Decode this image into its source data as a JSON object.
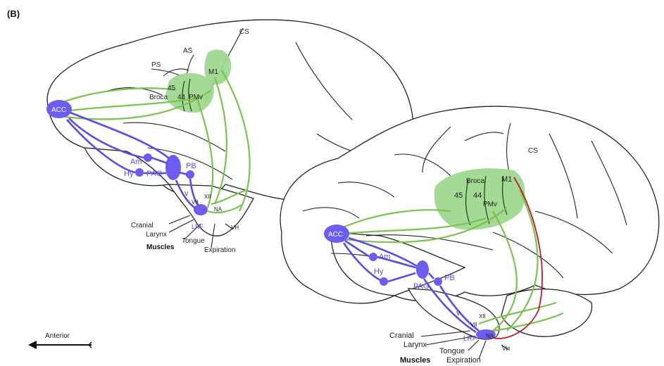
{
  "panel_label": "(B)",
  "direction_label": "Anterior",
  "monkey": {
    "sulci": {
      "cs": "CS",
      "as": "AS",
      "ps": "PS"
    },
    "areas": {
      "m1": "M1",
      "a45": "45",
      "a44": "44",
      "broca": "Broca",
      "pmv": "PMv"
    },
    "nodes": {
      "acc": "ACC",
      "am": "Am",
      "hy": "Hy",
      "pag": "PAG",
      "pb": "PB",
      "v": "V",
      "vii": "VII",
      "xii": "XII",
      "na": "NA",
      "lrf": "LRF",
      "vh": "VH"
    },
    "muscles": {
      "cranial": "Cranial",
      "larynx": "Larynx",
      "tongue": "Tongue",
      "muscles": "Muscles",
      "expiration": "Expiration"
    }
  },
  "human": {
    "sulci": {
      "cs": "CS"
    },
    "areas": {
      "m1": "M1",
      "broca": "Broca",
      "a45": "45",
      "a44": "44",
      "pmv": "PMv"
    },
    "nodes": {
      "acc": "ACC",
      "am": "Am",
      "hy": "Hy",
      "pag": "PAG",
      "pb": "PB",
      "v": "V",
      "vii": "VII",
      "xii": "XII",
      "na": "NA",
      "lrf": "LRF",
      "vh": "VH"
    },
    "muscles": {
      "cranial": "Cranial",
      "larynx": "Larynx",
      "tongue": "Tongue",
      "muscles": "Muscles",
      "expiration": "Expiration"
    }
  },
  "colors": {
    "limbic": "#5a4de6",
    "cortical": "#7cc24f",
    "direct": "#c0182a",
    "area": "#9ed88f"
  }
}
